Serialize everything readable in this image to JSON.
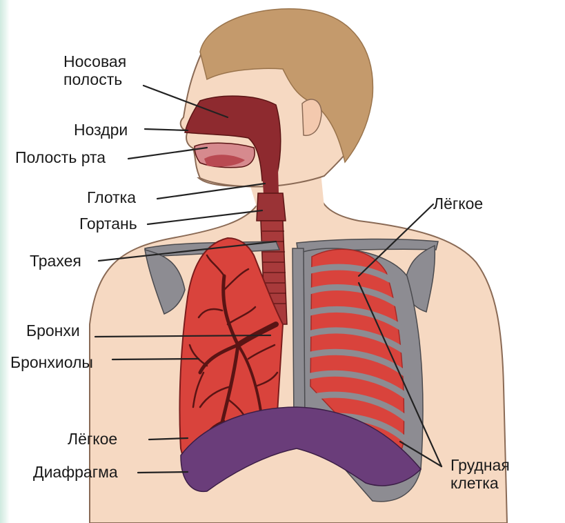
{
  "labels": {
    "nasal_cavity": [
      "Носовая",
      "полость"
    ],
    "nostrils": "Ноздри",
    "oral_cavity": "Полость рта",
    "pharynx": "Глотка",
    "larynx": "Гортань",
    "trachea": "Трахея",
    "bronchi": "Бронхи",
    "bronchioles": "Бронхиолы",
    "lung_left": "Лёгкое",
    "lung_right": "Лёгкое",
    "diaphragm": "Диафрагма",
    "rib_cage": [
      "Грудная",
      "клетка"
    ]
  },
  "colors": {
    "skin": "#f6d9c2",
    "skin_outline": "#8a6a55",
    "hair": "#c49a6c",
    "airway": "#8e2a2f",
    "lung": "#d9433c",
    "lung_dark": "#a52a27",
    "bronchi": "#5a1414",
    "bone": "#8d8c92",
    "diaphragm": "#6a3d7a",
    "leader": "#222222"
  }
}
